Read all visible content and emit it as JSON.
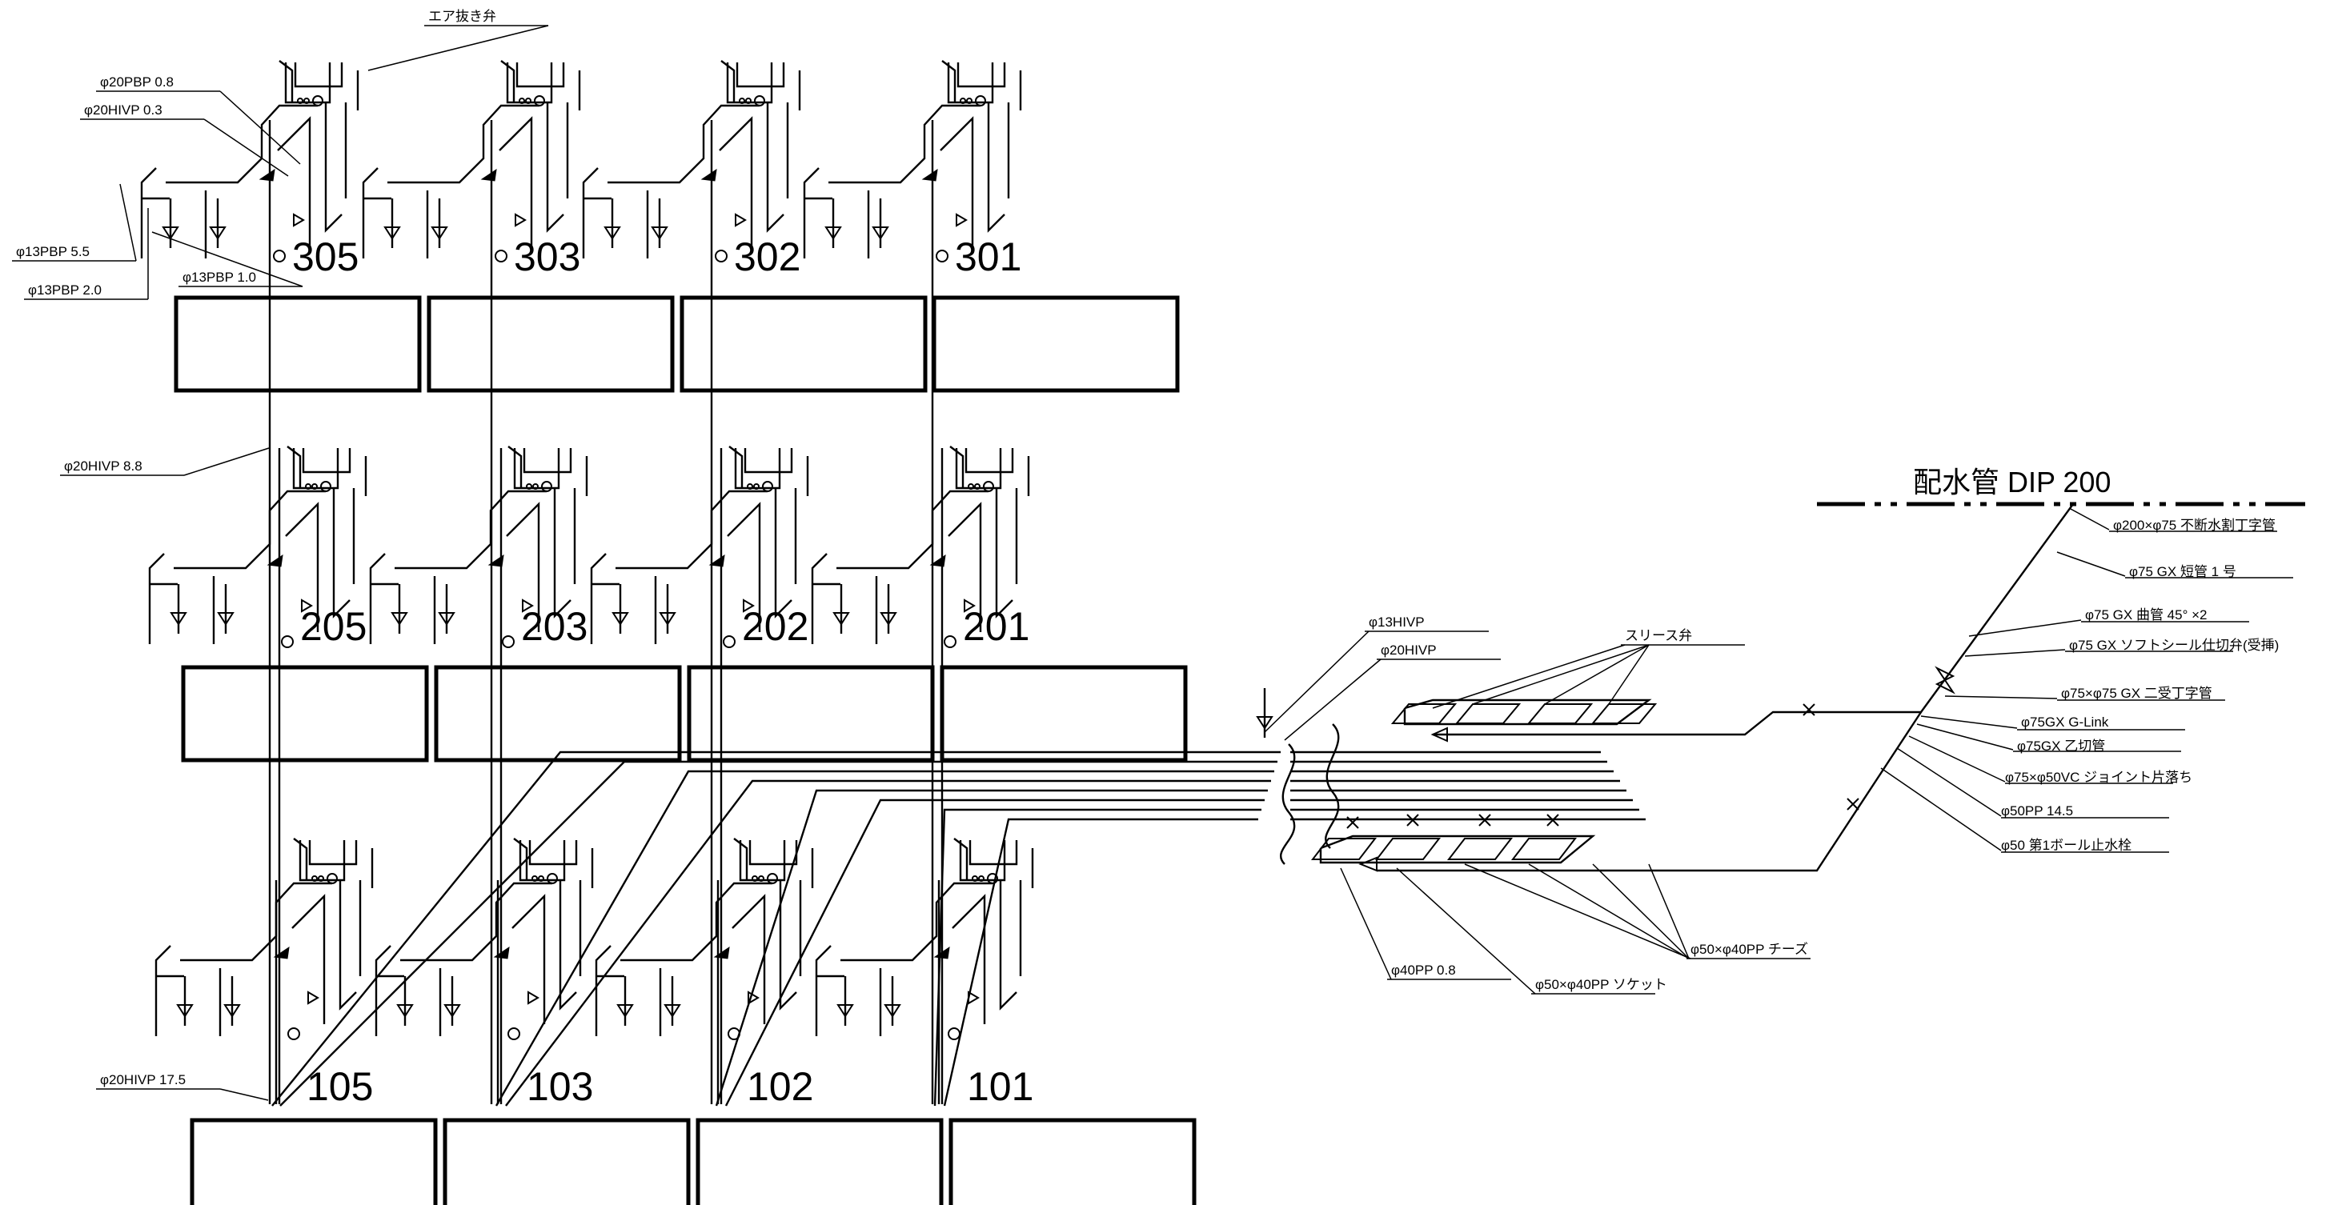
{
  "title": "",
  "colors": {
    "line": "#000000",
    "background": "#ffffff"
  },
  "units": {
    "floor3": [
      "305",
      "303",
      "302",
      "301"
    ],
    "floor2": [
      "205",
      "203",
      "202",
      "201"
    ],
    "floor1": [
      "105",
      "103",
      "102",
      "101"
    ]
  },
  "labels": {
    "air_valve": "エア抜き弁",
    "pbp20": "φ20PBP 0.8",
    "hivp20_03": "φ20HIVP 0.3",
    "pbp13_55": "φ13PBP 5.5",
    "pbp13_20": "φ13PBP 2.0",
    "pbp13_10": "φ13PBP 1.0",
    "hivp20_88": "φ20HIVP 8.8",
    "hivp20_175": "φ20HIVP 17.5",
    "hivp13": "φ13HIVP",
    "hivp20": "φ20HIVP",
    "sleeve_valve": "スリース弁",
    "pp40": "φ40PP 0.8",
    "socket": "φ50×φ40PP ソケット",
    "cheese": "φ50×φ40PP チーズ"
  },
  "main": {
    "title": "配水管 DIP 200",
    "labels": [
      "φ200×φ75 不断水割丁字管",
      "φ75 GX 短管 1 号",
      "φ75 GX 曲管 45°  ×2",
      "φ75 GX ソフトシール仕切弁(受挿)",
      "φ75×φ75 GX 二受丁字管",
      "φ75GX G-Link",
      "φ75GX 乙切管",
      "φ75×φ50VC ジョイント片落ち",
      "φ50PP 14.5",
      "φ50 第1ボール止水栓"
    ]
  }
}
